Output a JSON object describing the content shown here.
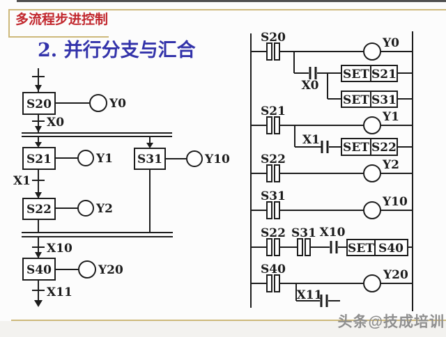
{
  "header": {
    "title": "多流程步进控制",
    "subtitle": "2. 并行分支与汇合"
  },
  "watermark": "头条@技成培训",
  "colors": {
    "title_red": "#c1272d",
    "subtitle_blue": "#3333aa",
    "line": "#1c1c1c",
    "border_tan": "#cdb87a",
    "watermark_gray": "#8f8f8f",
    "top_edge_gray": "#4f4f4f",
    "background": "#fcfcfc",
    "footer_background": "#f3f2ef"
  },
  "sfc": {
    "steps": {
      "s20": {
        "id": "S20",
        "output": "Y0"
      },
      "s21": {
        "id": "S21",
        "output": "Y1"
      },
      "s31": {
        "id": "S31",
        "output": "Y10"
      },
      "s22": {
        "id": "S22",
        "output": "Y2"
      },
      "s40": {
        "id": "S40",
        "output": "Y20"
      }
    },
    "transitions": {
      "t0": "X0",
      "t1": "X1",
      "t2": "X10",
      "t3": "X11"
    }
  },
  "ladder": {
    "rung1": {
      "contact": "S20",
      "coil": "Y0",
      "branch_contact": "X0",
      "set_a": {
        "cmd": "SET",
        "target": "S21"
      },
      "set_b": {
        "cmd": "SET",
        "target": "S31"
      }
    },
    "rung2": {
      "contact": "S21",
      "coil": "Y1",
      "branch_contact": "X1",
      "set": {
        "cmd": "SET",
        "target": "S22"
      }
    },
    "rung3": {
      "contact": "S22",
      "coil": "Y2"
    },
    "rung4": {
      "contact": "S31",
      "coil": "Y10"
    },
    "rung5": {
      "contacts": [
        "S22",
        "S31",
        "X10"
      ],
      "set": {
        "cmd": "SET",
        "target": "S40"
      }
    },
    "rung6": {
      "contact": "S40",
      "coil": "Y20",
      "branch_contact": "X11"
    }
  }
}
